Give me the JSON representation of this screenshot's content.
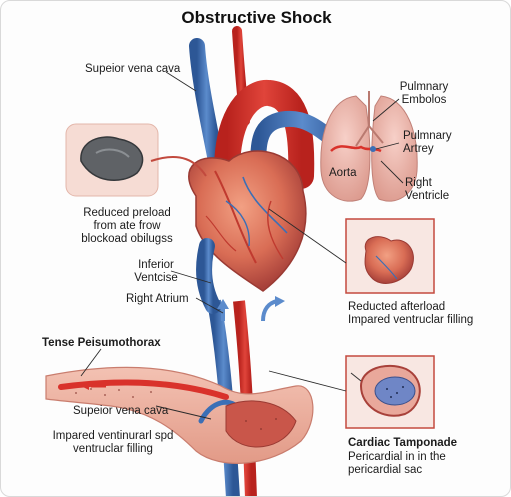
{
  "title": "Obstructive Shock",
  "labels": {
    "superior_vena_cava_top": "Supeior vena cava",
    "pulmonary_embolus": [
      "Pulmnary",
      "Embolos"
    ],
    "pulmonary_artery": [
      "Pulmnary",
      "Artrey"
    ],
    "aorta": "Aorta",
    "right_ventricle": [
      "Right",
      "Ventricle"
    ],
    "reduced_preload": [
      "Reduced preload",
      "from ate frow",
      "blockoad obilugss"
    ],
    "inferior_vena_cava": [
      "Inferior",
      "Ventcise"
    ],
    "right_atrium": "Right Atrium",
    "reduced_afterload": [
      "Reducted afterload",
      "Impared ventruclar filling"
    ],
    "tension_pneumothorax": "Tense Peisumothorax",
    "superior_vena_cava_bottom": "Supeior vena cava",
    "impaired_ventricular": [
      "Impared ventinurarl spd",
      "ventruclar filling"
    ],
    "cardiac_tamponade": "Cardiac Tamponade",
    "pericardial": [
      "Pericardial in in the",
      "pericardial sac"
    ]
  },
  "colors": {
    "artery_red": "#d9322b",
    "vein_blue": "#3b6fb6",
    "heart_tissue": "#d9705a",
    "lung_pink": "#eab0a6",
    "inset_border": "#c44a3e"
  }
}
